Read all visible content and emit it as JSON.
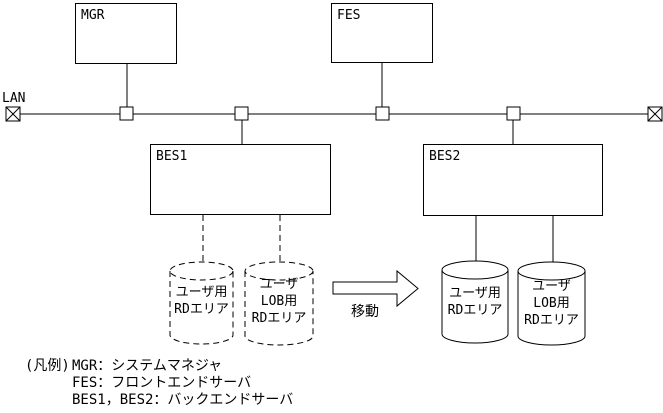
{
  "diagram": {
    "lan_label": "LAN",
    "nodes": {
      "mgr": "MGR",
      "fes": "FES",
      "bes1": "BES1",
      "bes2": "BES2"
    },
    "cylinders": {
      "bes1_user": {
        "line1": "ユーザ用",
        "line2": "RDエリア"
      },
      "bes1_lob": {
        "line1": "ユーザ",
        "line2": "LOB用",
        "line3": "RDエリア"
      },
      "bes2_user": {
        "line1": "ユーザ用",
        "line2": "RDエリア"
      },
      "bes2_lob": {
        "line1": "ユーザ",
        "line2": "LOB用",
        "line3": "RDエリア"
      }
    },
    "arrow_label": "移動",
    "legend": {
      "title": "(凡例)",
      "entries": {
        "mgr": "MGR：システムマネジャ",
        "fes": "FES：フロントエンドサーバ",
        "bes": "BES1，BES2：バックエンドサーバ"
      }
    },
    "colors": {
      "line": "#000000",
      "background": "#ffffff"
    }
  }
}
